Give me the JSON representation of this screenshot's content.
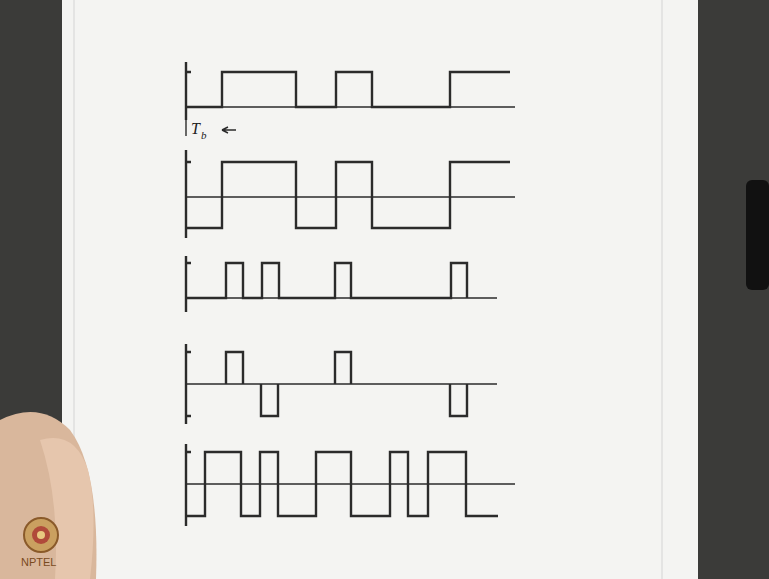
{
  "diagram": {
    "labels": [
      "T",
      "b",
      "NPTEL"
    ]
  }
}
